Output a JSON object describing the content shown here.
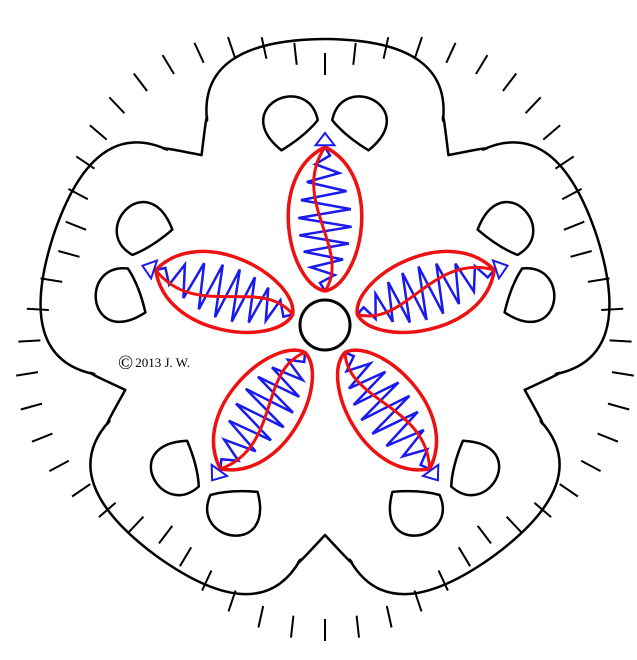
{
  "copyright": {
    "symbol": "©",
    "text": "2013 J. W."
  },
  "colors": {
    "outline": "#000000",
    "petal": "#ee1111",
    "thread": "#1a1aee",
    "background": "#ffffff"
  },
  "design": {
    "petals": 5,
    "outer_loops": 5,
    "rings_per_loop": 2,
    "picots": 58
  }
}
